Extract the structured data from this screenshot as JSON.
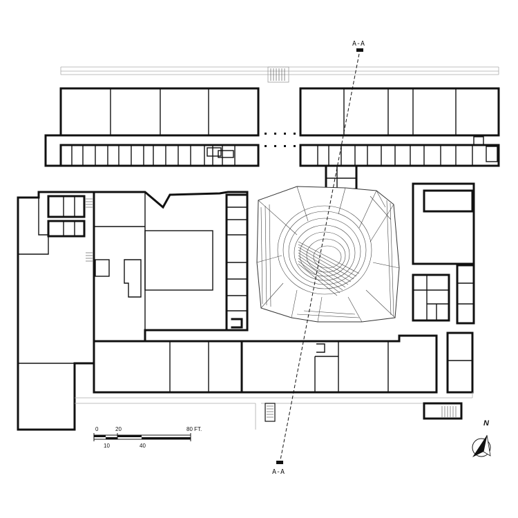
{
  "section_marker": {
    "top_label": "A-A",
    "bottom_label": "A-A"
  },
  "scale_bar": {
    "top_ticks": [
      "0",
      "20",
      "80 FT."
    ],
    "bottom_ticks": [
      "10",
      "40"
    ]
  },
  "north_arrow": {
    "label": "N"
  },
  "colors": {
    "line": "#111111",
    "background": "#ffffff"
  }
}
